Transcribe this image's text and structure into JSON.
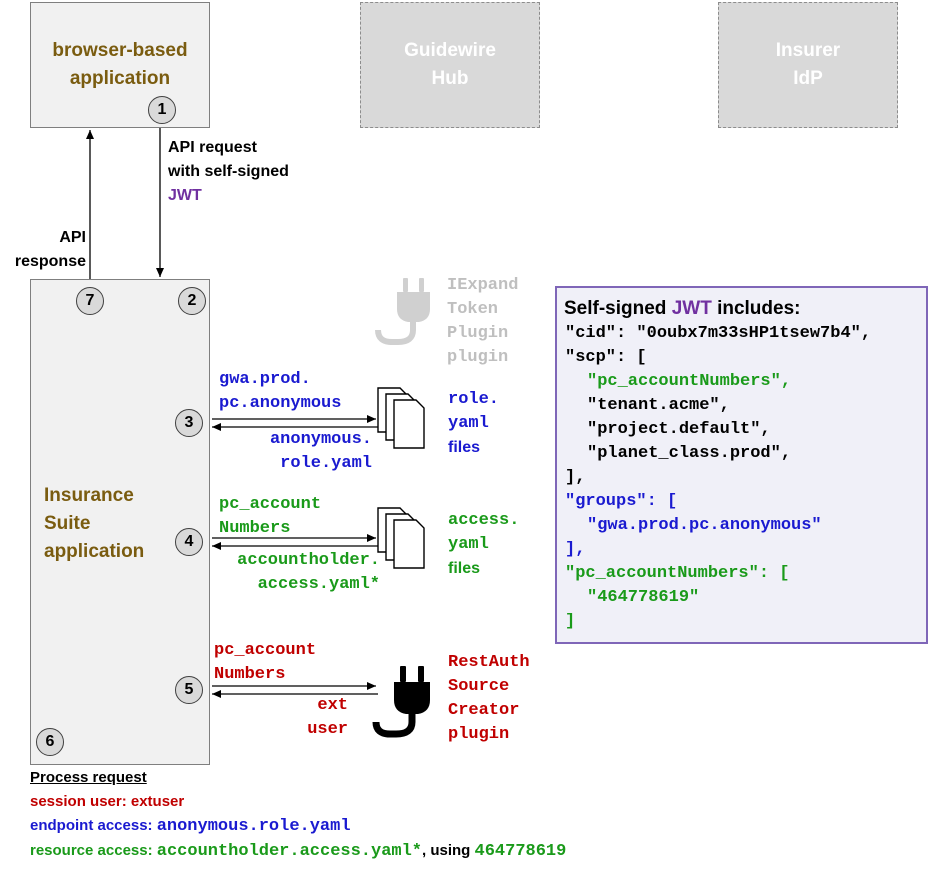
{
  "boxes": {
    "browser_app": "browser-based\napplication",
    "guidewire_hub": "Guidewire\nHub",
    "insurer_idp": "Insurer\nIdP",
    "insurance_suite": "Insurance\nSuite\napplication"
  },
  "steps": [
    "1",
    "2",
    "3",
    "4",
    "5",
    "6",
    "7"
  ],
  "api_request": {
    "line1": "API request",
    "line2": "with self-signed",
    "line3": "JWT"
  },
  "api_response": {
    "line1": "API",
    "line2": "response"
  },
  "iexpand_plugin": [
    "IExpand",
    "Token",
    "Plugin",
    "plugin"
  ],
  "step3": {
    "out": [
      "gwa.prod.",
      "pc.anonymous"
    ],
    "back": [
      "anonymous.",
      "role.yaml"
    ],
    "target": [
      "role.",
      "yaml",
      "files"
    ]
  },
  "step4": {
    "out": [
      "pc_account",
      "Numbers"
    ],
    "back": [
      "accountholder.",
      "access.yaml*"
    ],
    "target": [
      "access.",
      "yaml",
      "files"
    ]
  },
  "step5": {
    "out": [
      "pc_account",
      "Numbers"
    ],
    "back": [
      "ext",
      "user"
    ],
    "target": [
      "RestAuth",
      "Source",
      "Creator",
      "plugin"
    ]
  },
  "jwt_panel": {
    "title_prefix": "Self-signed ",
    "title_jwt": "JWT",
    "title_suffix": " includes:",
    "cid_line": "\"cid\": \"0oubx7m33sHP1tsew7b4\",",
    "scp_open": "\"scp\": [",
    "scp_items": [
      "\"pc_accountNumbers\",",
      "\"tenant.acme\",",
      "\"project.default\",",
      "\"planet_class.prod\","
    ],
    "scp_close": "],",
    "groups_open": "\"groups\": [",
    "groups_item": "\"gwa.prod.pc.anonymous\"",
    "groups_close": "],",
    "accnum_open": "\"pc_accountNumbers\": [",
    "accnum_item": "\"464778619\"",
    "accnum_close": "]"
  },
  "process": {
    "heading": "Process request",
    "session": "session user: extuser",
    "endpoint_prefix": "endpoint access: ",
    "endpoint_value": "anonymous.role.yaml",
    "resource_prefix": "resource access: ",
    "resource_value": "accountholder.access.yaml*",
    "resource_mid": ", using ",
    "resource_num": "464778619"
  },
  "colors": {
    "brown": "#7a5c10",
    "blue": "#1a1ad0",
    "green": "#1a9a1a",
    "red": "#c00000",
    "purple": "#7030a0",
    "grey_box": "#d9d9d9"
  }
}
